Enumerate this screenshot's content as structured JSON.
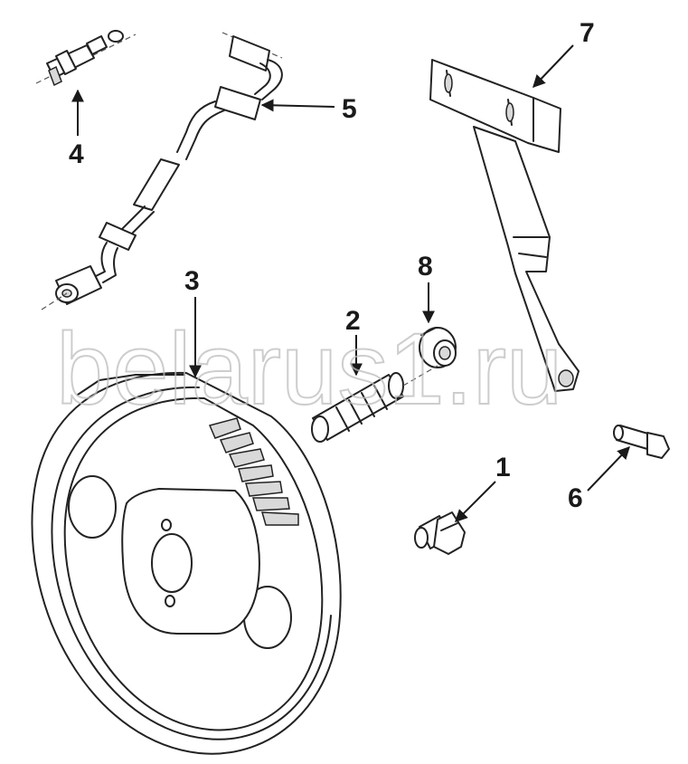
{
  "watermark": "belarus1.ru",
  "callouts": {
    "c1": "1",
    "c2": "2",
    "c3": "3",
    "c4": "4",
    "c5": "5",
    "c6": "6",
    "c7": "7",
    "c8": "8"
  }
}
